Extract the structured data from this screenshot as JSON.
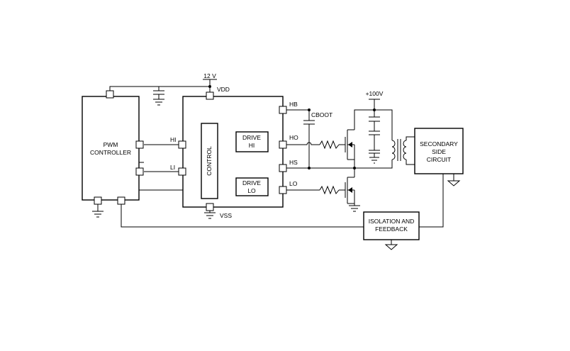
{
  "supply": {
    "v12": "12 V",
    "vdd": "VDD",
    "vss": "VSS",
    "v100": "+100V"
  },
  "pwm": {
    "line1": "PWM",
    "line2": "CONTROLLER",
    "hi_pin": "HI",
    "li_pin": "LI"
  },
  "driver": {
    "control": "CONTROL",
    "drive_hi_line1": "DRIVE",
    "drive_hi_line2": "HI",
    "drive_lo_line1": "DRIVE",
    "drive_lo_line2": "LO",
    "hb": "HB",
    "ho": "HO",
    "hs": "HS",
    "lo": "LO"
  },
  "cboot": "CBOOT",
  "secondary": {
    "line1": "SECONDARY",
    "line2": "SIDE",
    "line3": "CIRCUIT"
  },
  "isolation": {
    "line1": "ISOLATION AND",
    "line2": "FEEDBACK"
  }
}
